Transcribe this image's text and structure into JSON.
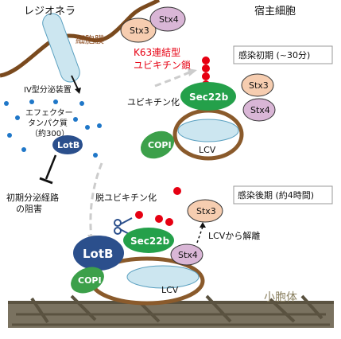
{
  "labels": {
    "legionella": "レジオネラ",
    "host_cell": "宿主細胞",
    "cell_membrane": "細胞膜",
    "t4ss": "IV型分泌装置",
    "effector_line1": "エフェクター",
    "effector_line2": "タンパク質",
    "effector_line3": "（約300）",
    "k63_line1": "K63連結型",
    "k63_line2": "ユビキチン鎖",
    "ubiquitination": "ユビキチン化",
    "early_phase": "感染初期 (~30分)",
    "late_phase": "感染後期 (約4時間)",
    "inhibition_line1": "初期分泌経路",
    "inhibition_line2": "の阻害",
    "deubiquitination": "脱ユビキチン化",
    "release_from_lcv": "LCVから解離",
    "er": "小胞体",
    "lcv": "LCV"
  },
  "proteins": {
    "stx3": "Stx3",
    "stx4": "Stx4",
    "sec22b": "Sec22b",
    "copi": "COPI",
    "lotb": "LotB"
  },
  "colors": {
    "stx3_fill": "#f6cdb0",
    "stx4_fill": "#d9b6d6",
    "sec22b_fill": "#24a04a",
    "copi_fill": "#3ca04a",
    "lotb_fill": "#2b4f8c",
    "ubiquitin": "#e60012",
    "effector_dot": "#1f77c8",
    "lcv_wall": "#8a5a2b",
    "lcv_inner": "#cce6f0",
    "membrane": "#8a5a2b",
    "er_fill": "#6b6350",
    "k63_text": "#e60012",
    "phase_box_border": "#999999",
    "dashed_arrow": "#cccccc"
  },
  "icons": {
    "scissors": "scissors-icon"
  }
}
